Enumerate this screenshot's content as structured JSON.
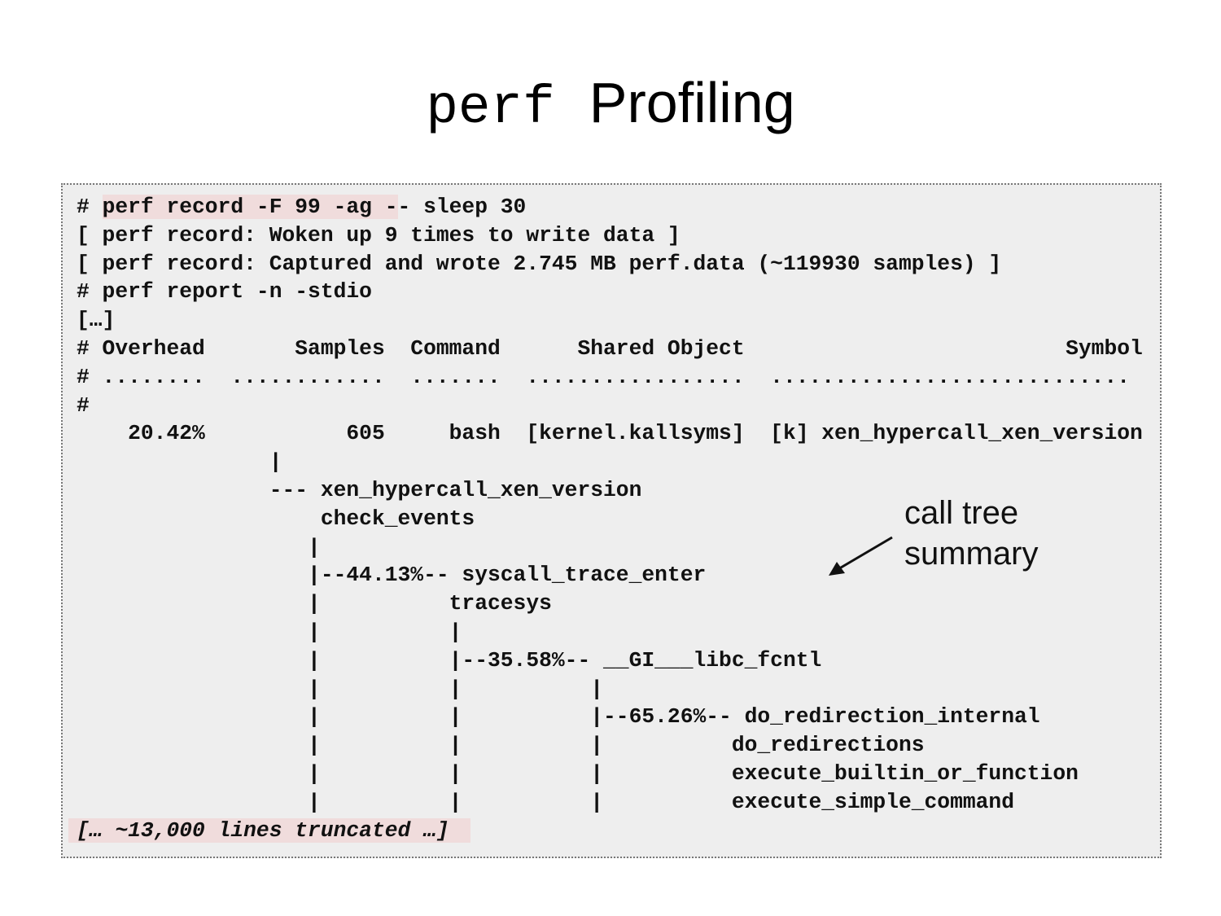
{
  "title": {
    "mono": "perf",
    "text": "Profiling"
  },
  "code": {
    "first_line": {
      "prefix": "# ",
      "highlight": "perf record -F 99 -ag -",
      "rest": "- sleep 30"
    },
    "lines": [
      "[ perf record: Woken up 9 times to write data ]",
      "[ perf record: Captured and wrote 2.745 MB perf.data (~119930 samples) ]",
      "# perf report -n -stdio",
      "[…]",
      "# Overhead       Samples  Command      Shared Object                         Symbol",
      "# ........  ............  .......  .................  ............................",
      "#",
      "    20.42%           605     bash  [kernel.kallsyms]  [k] xen_hypercall_xen_version",
      "               |",
      "               --- xen_hypercall_xen_version",
      "                   check_events",
      "                  |",
      "                  |--44.13%-- syscall_trace_enter",
      "                  |          tracesys",
      "                  |          |",
      "                  |          |--35.58%-- __GI___libc_fcntl",
      "                  |          |          |",
      "                  |          |          |--65.26%-- do_redirection_internal",
      "                  |          |          |          do_redirections",
      "                  |          |          |          execute_builtin_or_function",
      "                  |          |          |          execute_simple_command"
    ],
    "truncated": "[… ~13,000 lines truncated …]"
  },
  "annotation": {
    "line1": "call tree",
    "line2": "summary"
  }
}
